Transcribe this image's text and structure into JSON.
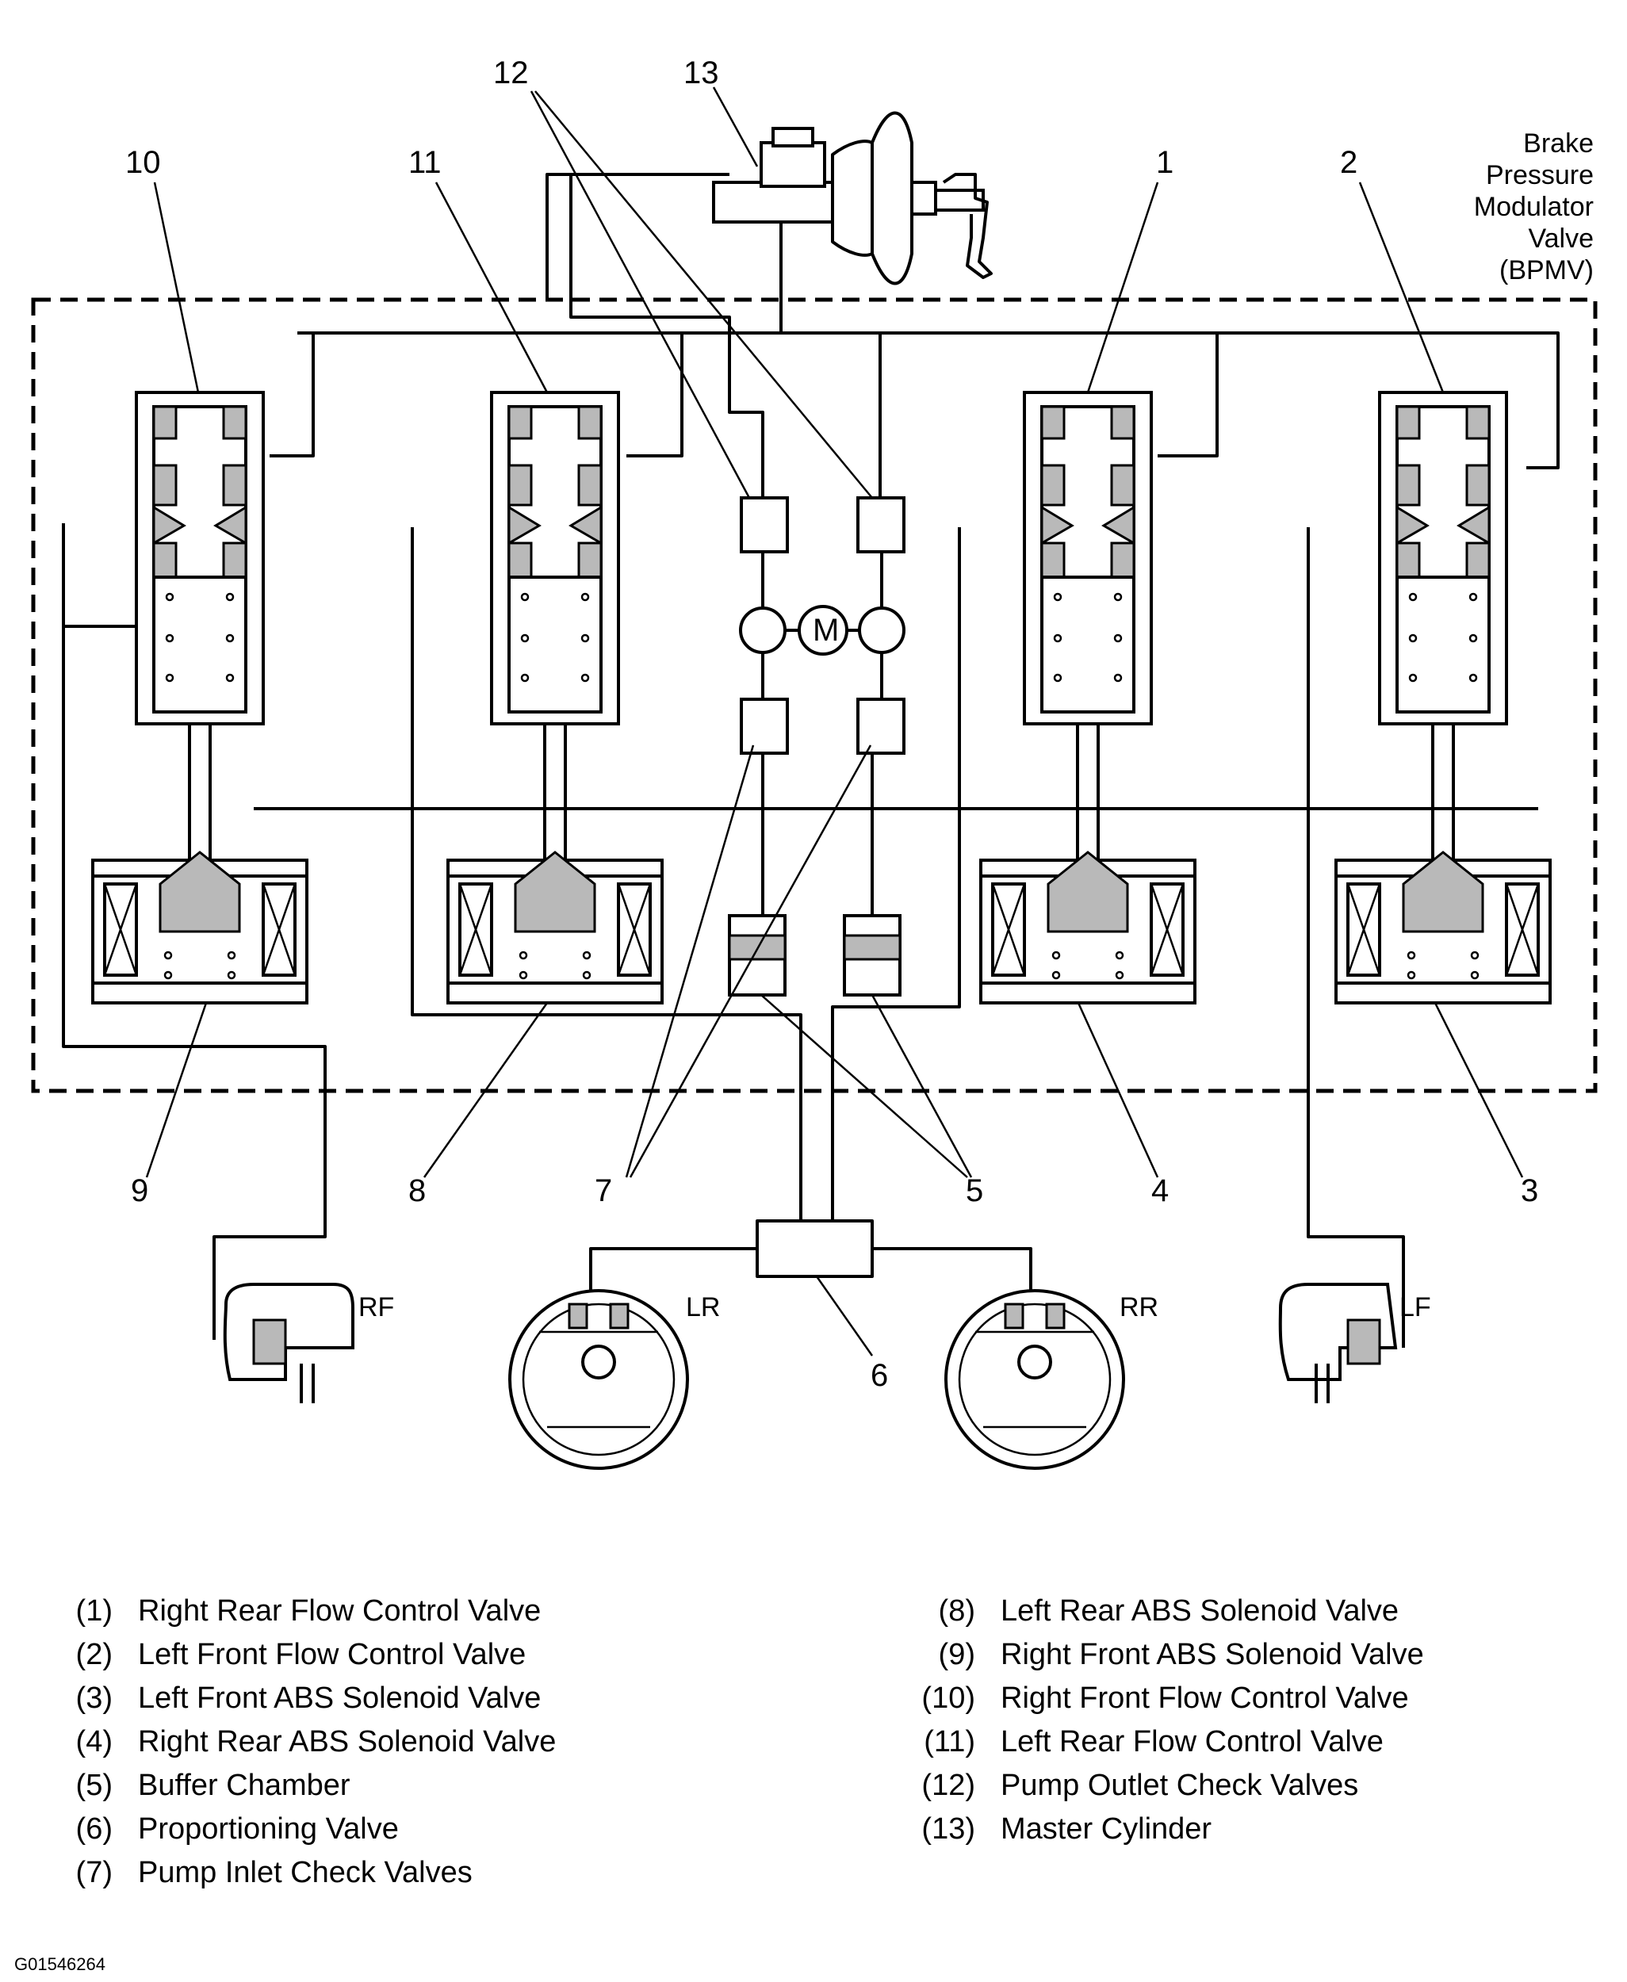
{
  "title_label": [
    "Brake",
    "Pressure",
    "Modulator",
    "Valve",
    "(BPMV)"
  ],
  "callouts": [
    "1",
    "2",
    "3",
    "4",
    "5",
    "6",
    "7",
    "8",
    "9",
    "10",
    "11",
    "12",
    "13"
  ],
  "wheel_labels": {
    "rf": "RF",
    "lr": "LR",
    "rr": "RR",
    "lf": "LF"
  },
  "pump_motor_label": "M",
  "legend": [
    {
      "num": "(1)",
      "text": "Right Rear Flow Control Valve"
    },
    {
      "num": "(2)",
      "text": "Left Front Flow Control Valve"
    },
    {
      "num": "(3)",
      "text": "Left Front ABS Solenoid Valve"
    },
    {
      "num": "(4)",
      "text": "Right Rear ABS Solenoid Valve"
    },
    {
      "num": "(5)",
      "text": "Buffer Chamber"
    },
    {
      "num": "(6)",
      "text": "Proportioning Valve"
    },
    {
      "num": "(7)",
      "text": "Pump Inlet Check Valves"
    },
    {
      "num": "(8)",
      "text": "Left Rear ABS Solenoid Valve"
    },
    {
      "num": "(9)",
      "text": "Right Front ABS Solenoid Valve"
    },
    {
      "num": "(10)",
      "text": "Right Front Flow Control Valve"
    },
    {
      "num": "(11)",
      "text": "Left Rear Flow Control Valve"
    },
    {
      "num": "(12)",
      "text": "Pump Outlet Check Valves"
    },
    {
      "num": "(13)",
      "text": "Master Cylinder"
    }
  ],
  "figure_id": "G01546264"
}
